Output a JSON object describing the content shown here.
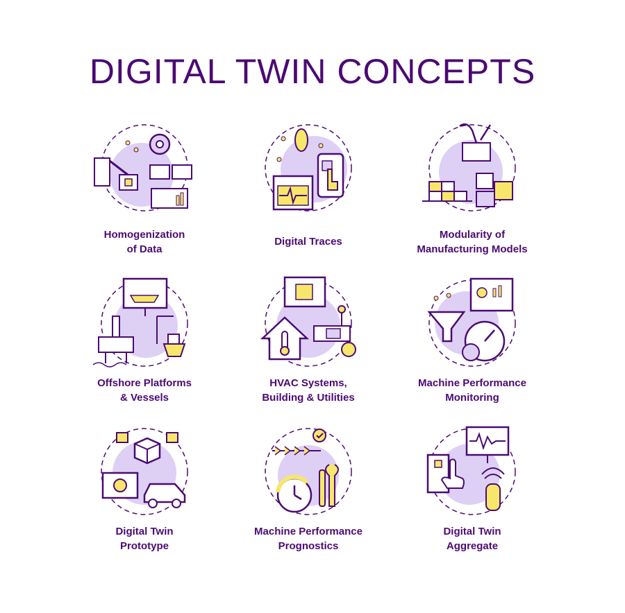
{
  "title": "DIGITAL TWIN CONCEPTS",
  "colors": {
    "primary": "#4b0a73",
    "lavender": "#ddd0f4",
    "yellow": "#f6e76b",
    "background": "#ffffff"
  },
  "concepts": [
    {
      "line1": "Homogenization",
      "line2": "of Data",
      "icon": "data-network-icon"
    },
    {
      "line1": "Digital Traces",
      "line2": "",
      "icon": "footprint-phone-icon"
    },
    {
      "line1": "Modularity of",
      "line2": "Manufacturing Models",
      "icon": "puzzle-blocks-icon"
    },
    {
      "line1": "Offshore Platforms",
      "line2": "& Vessels",
      "icon": "ship-platform-icon"
    },
    {
      "line1": "HVAC Systems,",
      "line2": "Building & Utilities",
      "icon": "house-thermometer-icon"
    },
    {
      "line1": "Machine Performance",
      "line2": "Monitoring",
      "icon": "funnel-gauge-icon"
    },
    {
      "line1": "Digital Twin",
      "line2": "Prototype",
      "icon": "cube-car-icon"
    },
    {
      "line1": "Machine Performance",
      "line2": "Prognostics",
      "icon": "clock-tools-icon"
    },
    {
      "line1": "Digital Twin",
      "line2": "Aggregate",
      "icon": "touch-sensor-car-icon"
    }
  ]
}
